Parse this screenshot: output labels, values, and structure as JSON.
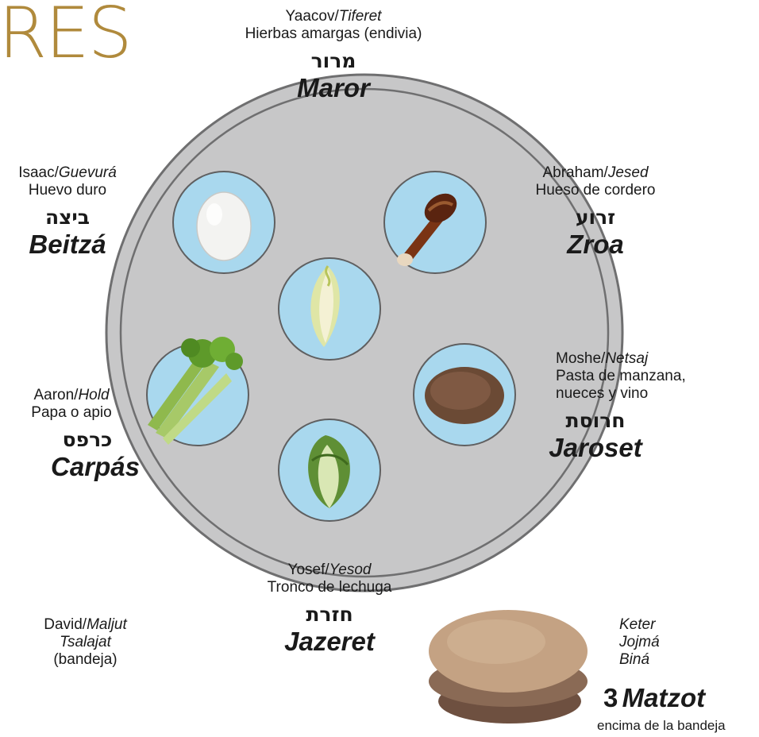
{
  "title": "RES",
  "items": {
    "maror": {
      "person": "Yaacov/",
      "sefira": "Tiferet",
      "desc": "Hierbas amargas (endivia)",
      "hebrew": "מרור",
      "name": "Maror"
    },
    "beitza": {
      "person": "Isaac/",
      "sefira": "Guevurá",
      "desc": "Huevo duro",
      "hebrew": "ביצה",
      "name": "Beitzá"
    },
    "zroa": {
      "person": "Abraham/",
      "sefira": "Jesed",
      "desc": "Hueso de cordero",
      "hebrew": "זרוע",
      "name": "Zroa"
    },
    "jaroset": {
      "person": "Moshe/",
      "sefira": "Netsaj",
      "desc": "Pasta de manzana,",
      "desc2": "nueces y vino",
      "hebrew": "חרוסת",
      "name": "Jaroset"
    },
    "carpas": {
      "person": "Aaron/",
      "sefira": "Hold",
      "desc": "Papa o apio",
      "hebrew": "כרפס",
      "name": "Carpás"
    },
    "jazeret": {
      "person": "Yosef/",
      "sefira": "Yesod",
      "desc": "Tronco de lechuga",
      "hebrew": "חזרת",
      "name": "Jazeret"
    },
    "tsalajat": {
      "person": "David/",
      "sefira": "Maljut",
      "name": "Tsalajat",
      "desc": "(bandeja)"
    },
    "matzot": {
      "s1": "Keter",
      "s2": "Jojmá",
      "s3": "Biná",
      "count": "3",
      "name": "Matzot",
      "desc": "encima de la bandeja"
    }
  },
  "colors": {
    "plate": "#c7c7c8",
    "rim": "#6f6f70",
    "bowl": "#a9d8ee",
    "title": "#b08a3c"
  }
}
